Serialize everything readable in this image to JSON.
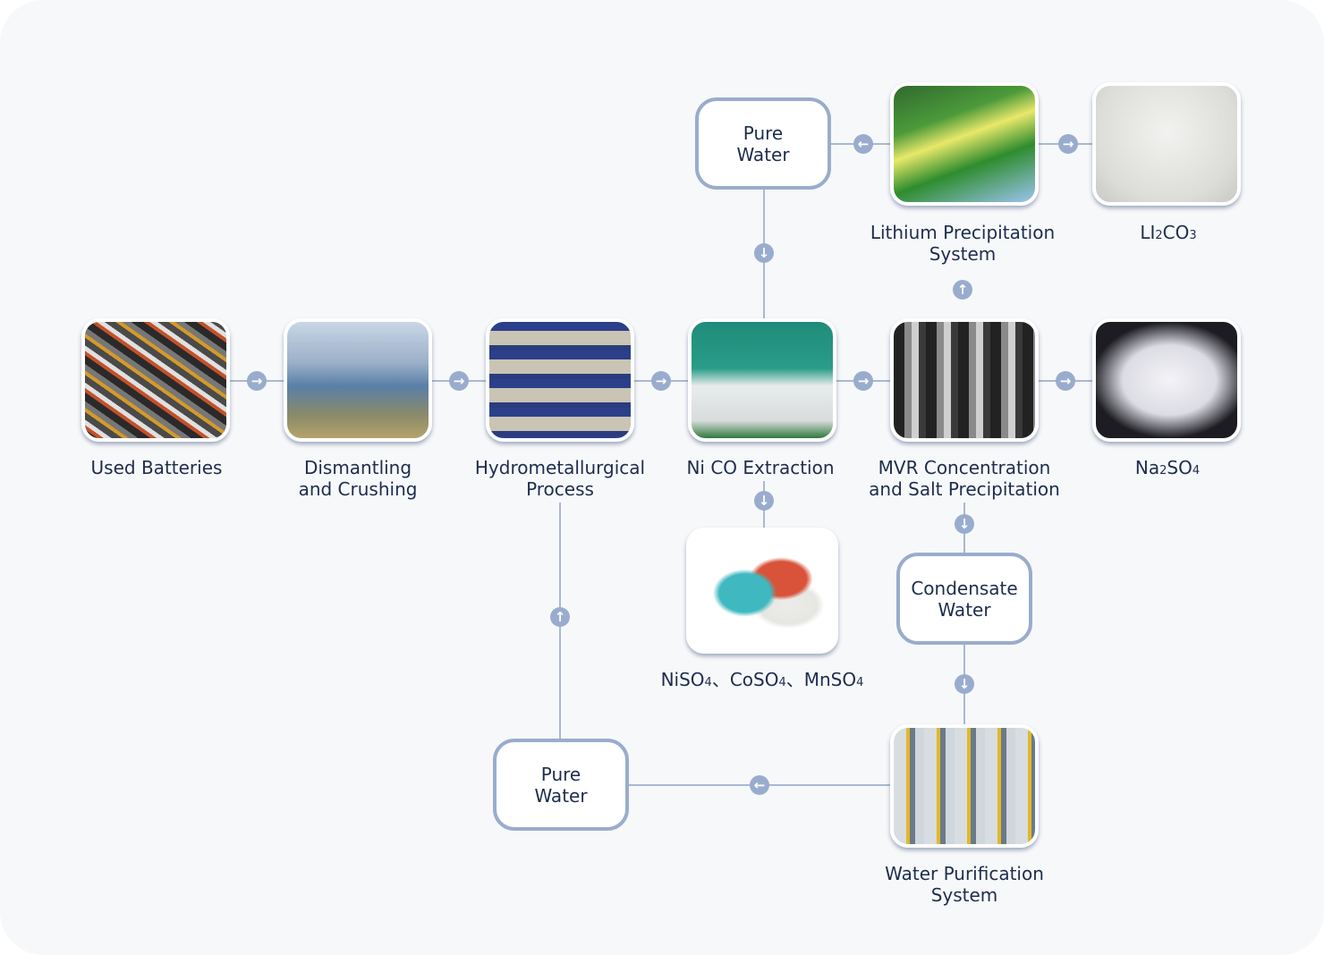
{
  "nodes": {
    "used_batteries": "Used Batteries",
    "dismantling": "Dismantling\nand Crushing",
    "hydro": "Hydrometallurgical\nProcess",
    "nico": "Ni CO Extraction",
    "mvr": "MVR Concentration\nand Salt Precipitation",
    "na2so4": {
      "a": "Na",
      "b": "2",
      "c": "SO",
      "d": "4"
    },
    "lithium": "Lithium Precipitation\nSystem",
    "li2co3": {
      "a": "LI",
      "b": "2",
      "c": "CO",
      "d": "3"
    },
    "pure_water_top": "Pure\nWater",
    "sulfates": {
      "a": "NiSO",
      "b": "4",
      "c": "、CoSO",
      "d": "4",
      "e": "、MnSO",
      "f": "4"
    },
    "condensate": "Condensate\nWater",
    "water_purification": "Water Purification\nSystem",
    "pure_water_bottom": "Pure\nWater"
  },
  "colors": {
    "line": "#a9b8d3",
    "arrow": "#9aaccd",
    "text": "#1e2d4d"
  },
  "icons": {
    "right": "arrow-right-icon",
    "left": "arrow-left-icon",
    "up": "arrow-up-icon",
    "down": "arrow-down-icon"
  }
}
